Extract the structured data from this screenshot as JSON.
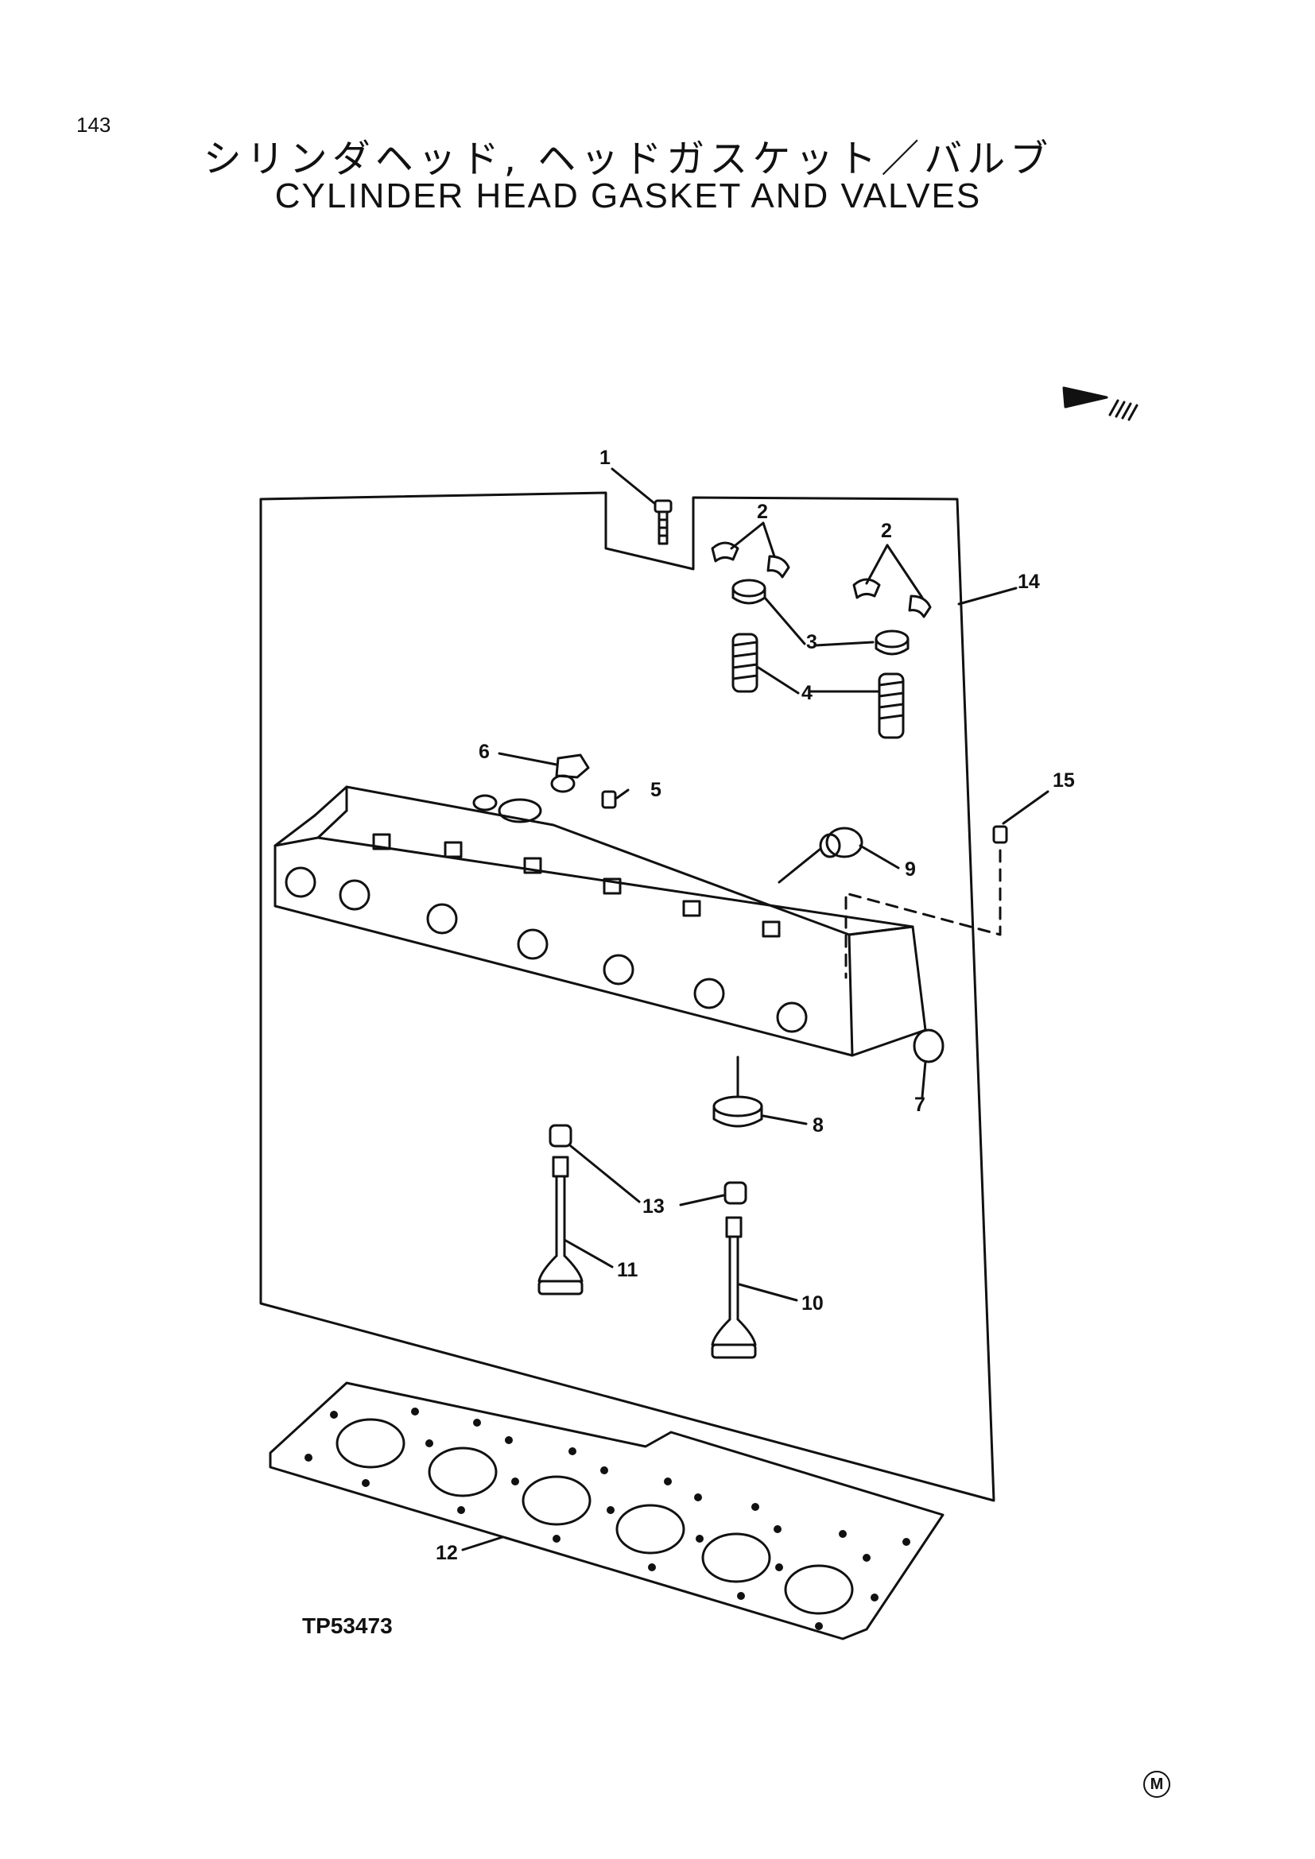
{
  "page_number": "143",
  "title_jp": "シリンダヘッド, ヘッドガスケット／バルブ",
  "title_en": "CYLINDER HEAD GASKET AND VALVES",
  "figure_code": "TP53473",
  "corner_mark": "M",
  "callouts": [
    "1",
    "2",
    "2",
    "3",
    "4",
    "5",
    "6",
    "7",
    "8",
    "9",
    "10",
    "11",
    "12",
    "13",
    "14",
    "15"
  ]
}
